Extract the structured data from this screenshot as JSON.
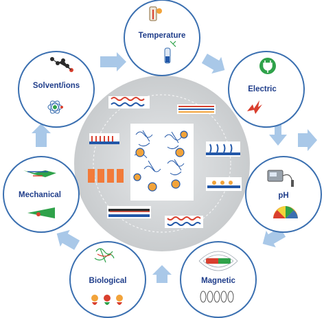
{
  "center": {
    "label": ""
  },
  "stimuli": {
    "temperature": "Temperature",
    "electric": "Electric",
    "ph": "pH",
    "magnetic": "Magnetic",
    "biological": "Biological",
    "mechanical": "Mechanical",
    "solvent_ions": "Solvent/ions"
  },
  "colors": {
    "circle_stroke": "#3a6fb0",
    "arrow": "#a9c8e8",
    "center_fill": "#d7d9db",
    "label": "#1f3d8a"
  }
}
